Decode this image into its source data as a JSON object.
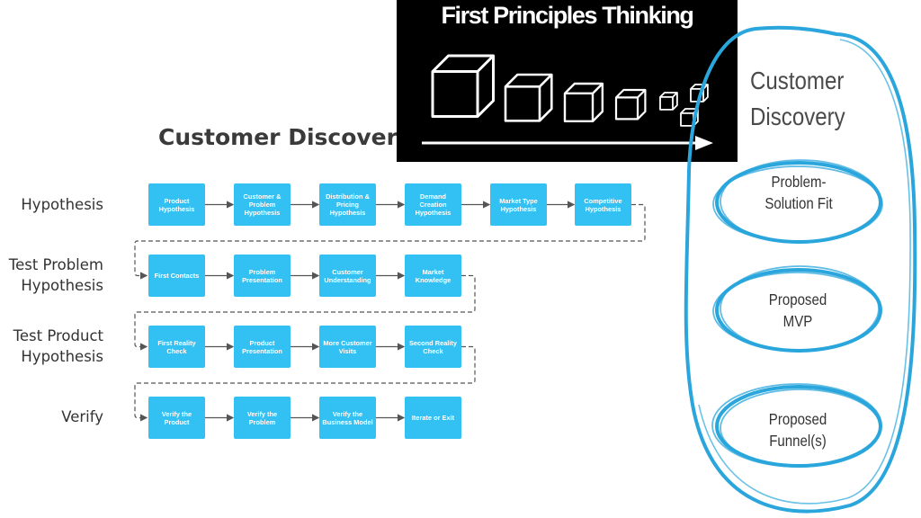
{
  "diagram": {
    "title": "Customer Discovery",
    "rows": [
      {
        "label": "Hypothesis",
        "steps": [
          "Product Hypothesis",
          "Customer & Problem Hypothesis",
          "Distribution & Pricing Hypothesis",
          "Demand Creation Hypothesis",
          "Market Type Hypothesis",
          "Competitive Hypothesis"
        ]
      },
      {
        "label": "Test Problem Hypothesis",
        "steps": [
          "First Contacts",
          "Problem Presentation",
          "Customer Understanding",
          "Market Knowledge"
        ]
      },
      {
        "label": "Test Product Hypothesis",
        "steps": [
          "First Reality Check",
          "Product Presentation",
          "More Customer Visits",
          "Second Reality Check"
        ]
      },
      {
        "label": "Verify",
        "steps": [
          "Verify the Product",
          "Verify the Problem",
          "Verify the Business Model",
          "Iterate or Exit"
        ]
      }
    ],
    "colors": {
      "box": "#33c0f2",
      "box_text": "#ffffff",
      "connector": "#555555"
    }
  },
  "first_principles": {
    "title": "First Principles Thinking",
    "colors": {
      "panel": "#000000",
      "ink": "#ffffff"
    },
    "icons": [
      "cube-icon",
      "arrow-right-icon"
    ]
  },
  "sketch": {
    "title": "Customer\nDiscovery",
    "stages": [
      "Problem-\nSolution Fit",
      "Proposed\nMVP",
      "Proposed\nFunnel(s)"
    ],
    "colors": {
      "outline": "#2aa6dc",
      "text": "#333333"
    }
  }
}
